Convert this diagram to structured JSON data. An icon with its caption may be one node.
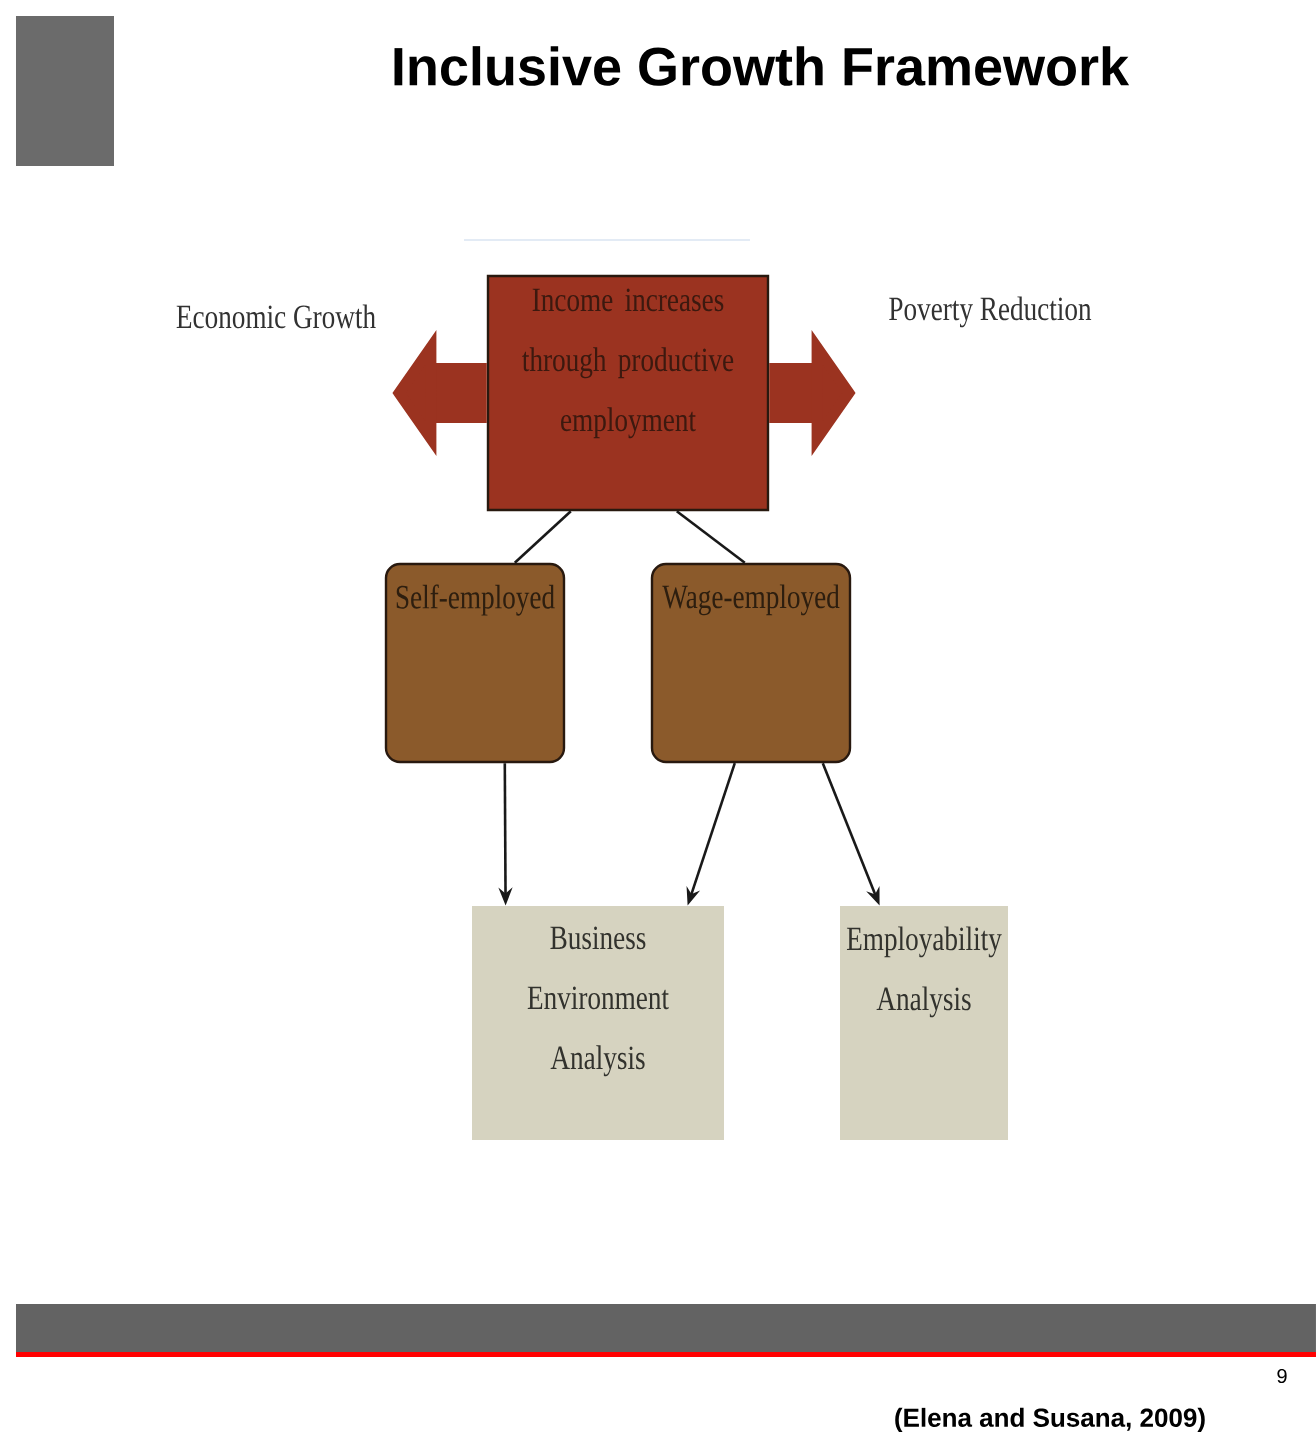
{
  "diagram": {
    "title": "Inclusive Growth Framework",
    "nodes": [
      {
        "text": [
          "Economic Growth"
        ]
      },
      {
        "text": [
          "Income increases through productive employment"
        ]
      },
      {
        "text": [
          "Poverty Reduction"
        ]
      },
      {
        "text": [
          "Self-employed"
        ]
      },
      {
        "text": [
          "Wage-employed"
        ]
      },
      {
        "text": [
          "Business Environment Analysis"
        ]
      },
      {
        "text": [
          "Employability Analysis"
        ]
      }
    ],
    "edges": [
      {
        "from": 1,
        "to": 0,
        "arrow": "to",
        "style": "thick",
        "color": "#9b3320"
      },
      {
        "from": 1,
        "to": 2,
        "arrow": "to",
        "style": "thick",
        "color": "#9b3320"
      },
      {
        "from": 1,
        "to": 3,
        "arrow": "none"
      },
      {
        "from": 1,
        "to": 4,
        "arrow": "none"
      },
      {
        "from": 3,
        "to": 5,
        "arrow": "to"
      },
      {
        "from": 4,
        "to": 5,
        "arrow": "to"
      },
      {
        "from": 4,
        "to": 6,
        "arrow": "to"
      }
    ],
    "labels": [
      "9",
      "(Elena and Susana, 2009)"
    ]
  }
}
